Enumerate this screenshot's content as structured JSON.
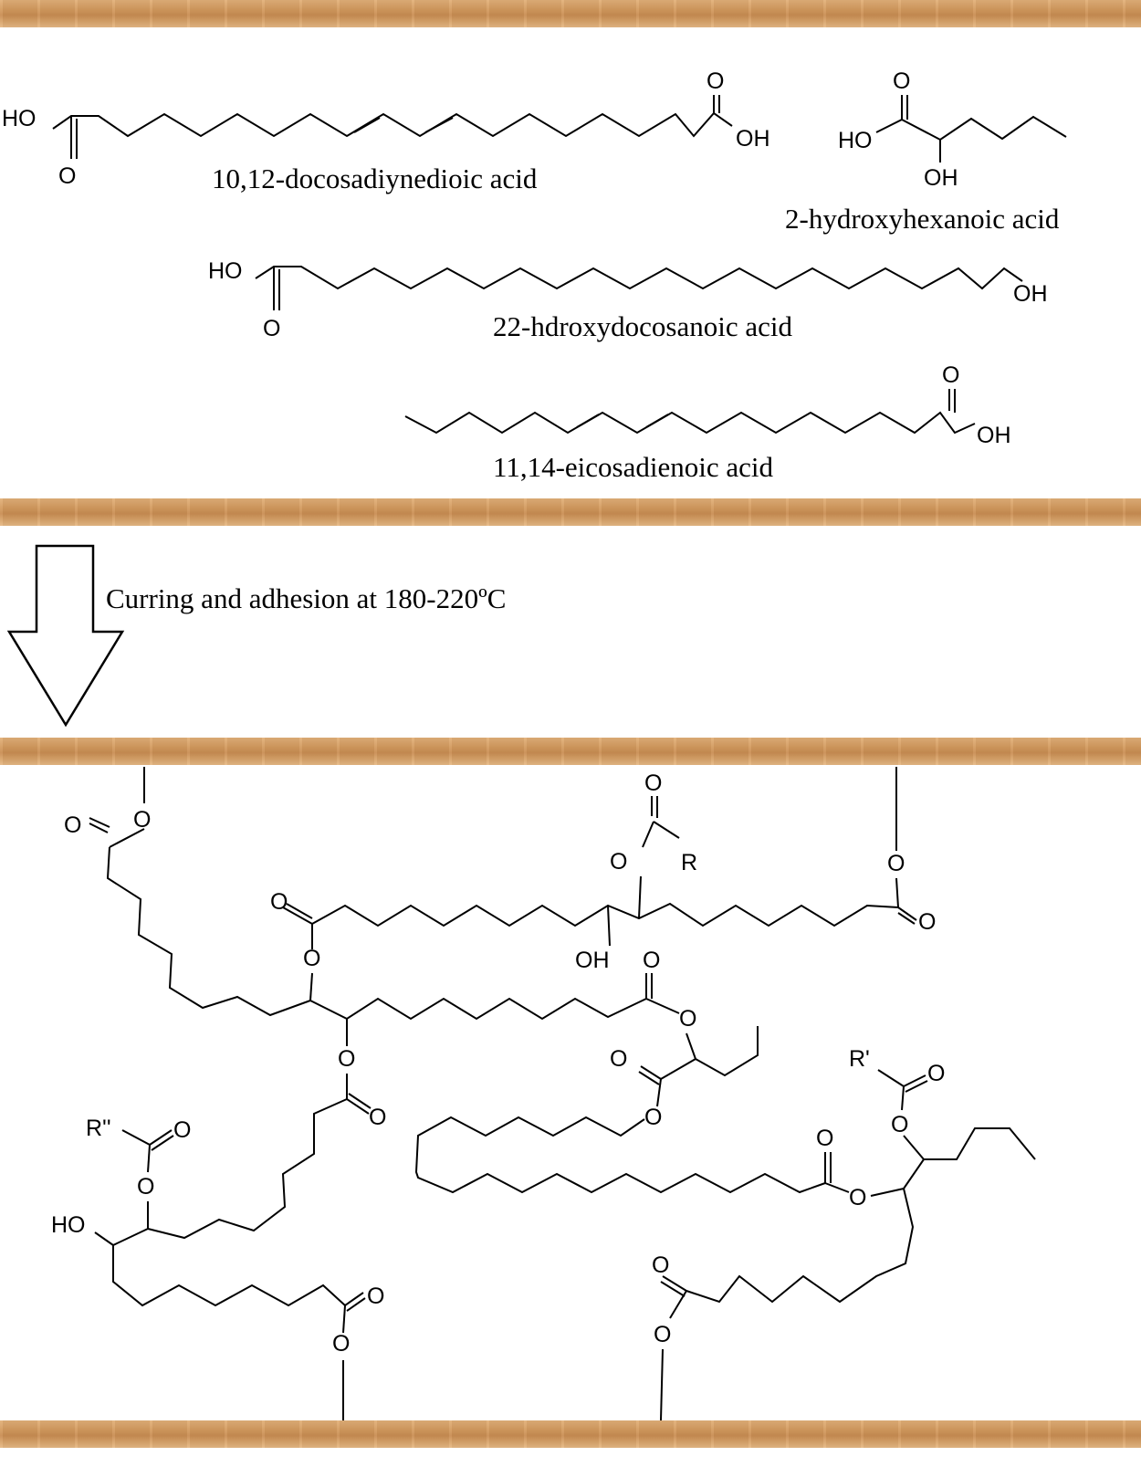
{
  "compounds": {
    "docosadiynedioic": "10,12-docosadiynedioic acid",
    "hydroxyhexanoic": "2-hydroxyhexanoic acid",
    "hydroxydocosanoic": "22-hdroxydocosanoic acid",
    "eicosadienoic": "11,14-eicosadienoic acid"
  },
  "process": {
    "label": "Curring and adhesion at 180-220ºC"
  },
  "atoms": {
    "ho": "HO",
    "oh": "OH",
    "o": "O",
    "r": "R",
    "r1": "R'",
    "r2": "R''"
  },
  "colors": {
    "wood": "#d39a5e",
    "line": "#000000"
  }
}
